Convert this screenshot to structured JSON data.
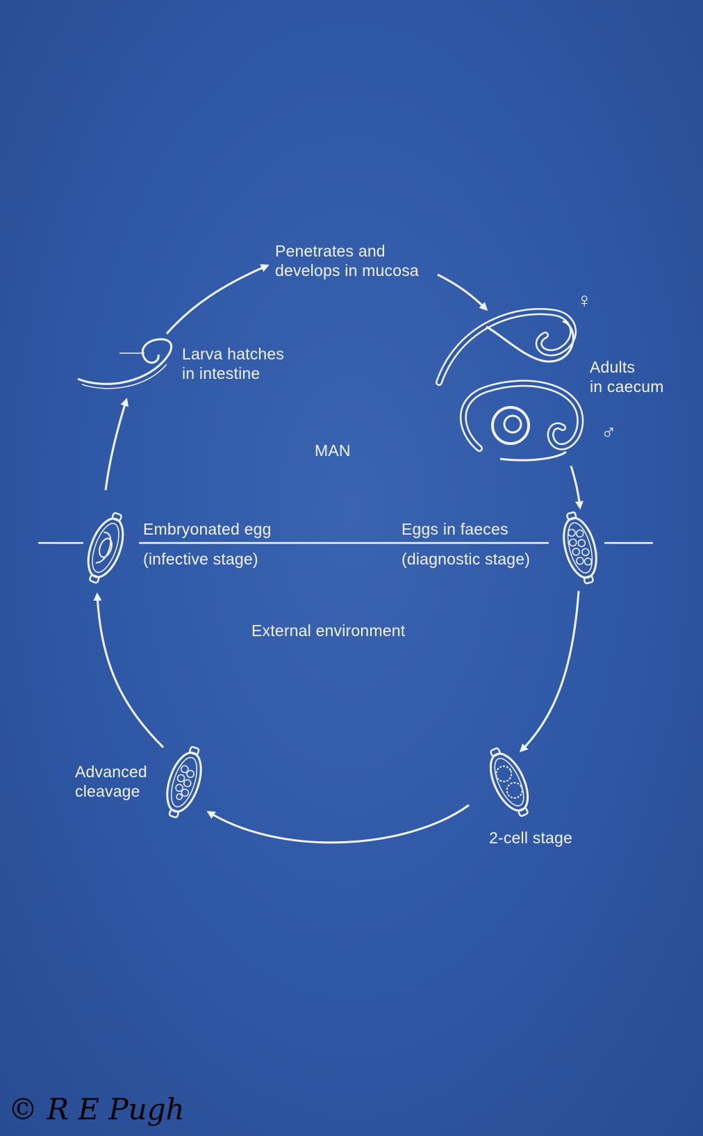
{
  "diagram": {
    "region_host": "MAN",
    "region_external": "External environment",
    "stages": {
      "penetrates": "Penetrates and\ndevelops in mucosa",
      "adults": "Adults\nin caecum",
      "larva": "Larva hatches\nin intestine",
      "embryonated": "Embryonated egg",
      "embryonated_note": "(infective stage)",
      "eggs_faeces": "Eggs in faeces",
      "eggs_faeces_note": "(diagnostic stage)",
      "two_cell": "2-cell stage",
      "advanced": "Advanced\ncleavage"
    },
    "female_symbol": "♀",
    "male_symbol": "♂"
  },
  "copyright": "© R E Pugh",
  "colors": {
    "background": "#2f55a0",
    "line": "#f1f3f8",
    "copyright_text": "#000000"
  },
  "icons": [
    "larva-icon",
    "adult-female-worm-icon",
    "adult-male-worm-icon",
    "embryonated-egg-icon",
    "faeces-egg-icon",
    "two-cell-egg-icon",
    "advanced-cleavage-egg-icon"
  ]
}
